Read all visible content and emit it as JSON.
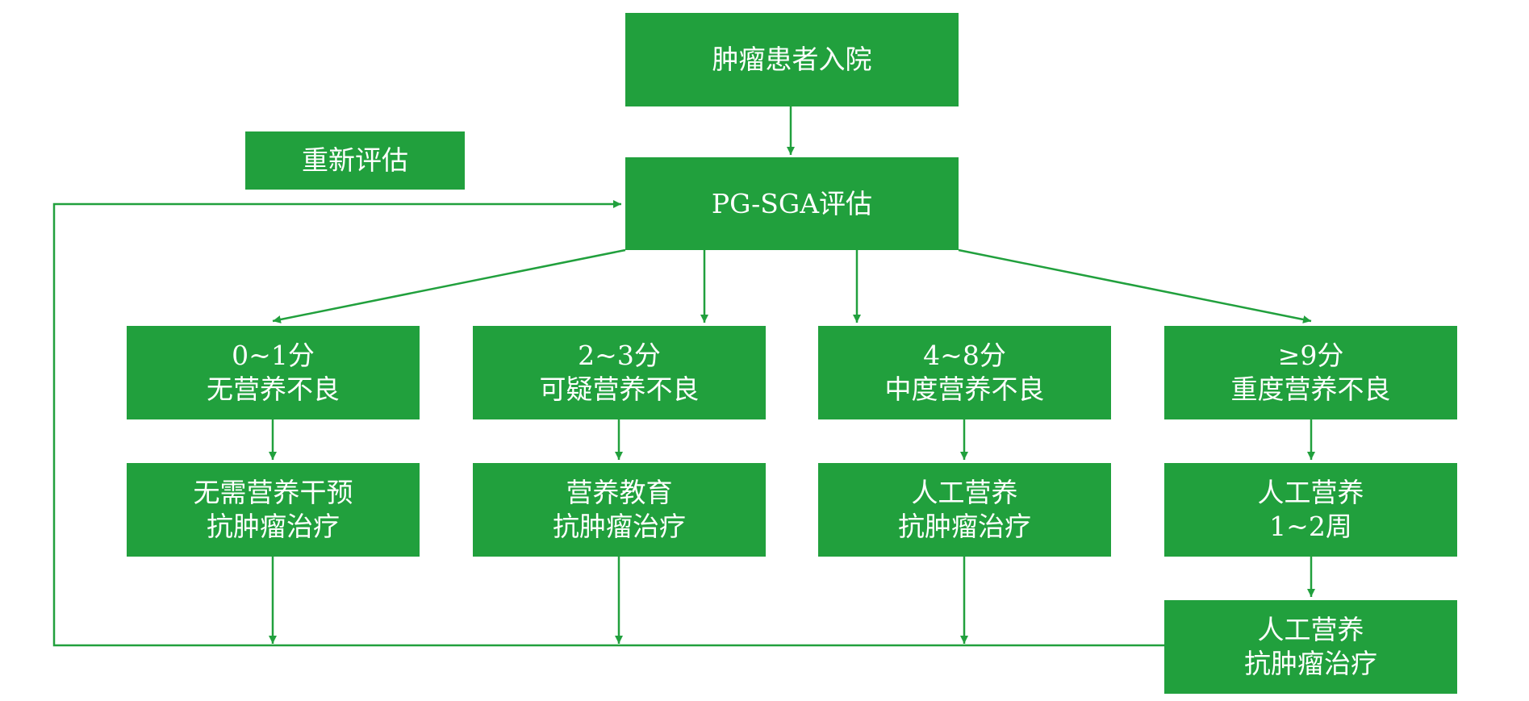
{
  "colors": {
    "box_fill": "#21a03d",
    "line": "#21a03d",
    "text": "#ffffff",
    "background": "#ffffff"
  },
  "nodes": {
    "admission": {
      "lines": [
        "肿瘤患者入院"
      ]
    },
    "reassess": {
      "lines": [
        "重新评估"
      ]
    },
    "pgsga": {
      "lines": [
        "PG-SGA评估"
      ]
    },
    "score_0_1": {
      "lines": [
        "0~1分",
        "无营养不良"
      ]
    },
    "score_2_3": {
      "lines": [
        "2~3分",
        "可疑营养不良"
      ]
    },
    "score_4_8": {
      "lines": [
        "4~8分",
        "中度营养不良"
      ]
    },
    "score_9": {
      "lines": [
        "≥9分",
        "重度营养不良"
      ]
    },
    "action_0_1": {
      "lines": [
        "无需营养干预",
        "抗肿瘤治疗"
      ]
    },
    "action_2_3": {
      "lines": [
        "营养教育",
        "抗肿瘤治疗"
      ]
    },
    "action_4_8": {
      "lines": [
        "人工营养",
        "抗肿瘤治疗"
      ]
    },
    "action_9a": {
      "lines": [
        "人工营养",
        "1~2周"
      ]
    },
    "action_9b": {
      "lines": [
        "人工营养",
        "抗肿瘤治疗"
      ]
    }
  }
}
